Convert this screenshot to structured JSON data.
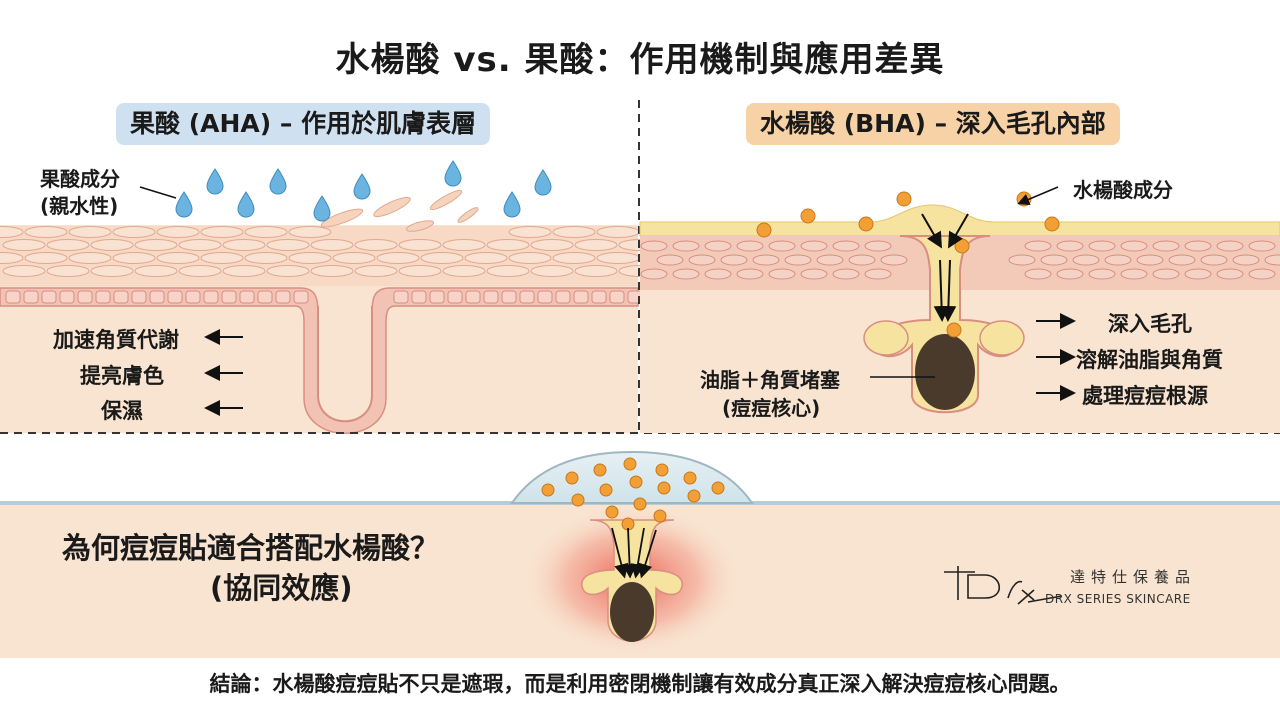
{
  "title": "水楊酸 vs. 果酸：作用機制與應用差異",
  "aha": {
    "header": "果酸 (AHA) – 作用於肌膚表層",
    "ingredient_line1": "果酸成分",
    "ingredient_line2": "(親水性)",
    "benefits": [
      "加速角質代謝",
      "提亮膚色",
      "保濕"
    ]
  },
  "bha": {
    "header": "水楊酸 (BHA) – 深入毛孔內部",
    "ingredient": "水楊酸成分",
    "clog_line1": "油脂＋角質堵塞",
    "clog_line2": "(痘痘核心)",
    "effects": [
      "深入毛孔",
      "溶解油脂與角質",
      "處理痘痘根源"
    ]
  },
  "patch": {
    "question_line1": "為何痘痘貼適合搭配水楊酸？",
    "question_line2": "(協同效應)"
  },
  "brand": {
    "logo_text": "DRx",
    "name_cn": "達特仕保養品",
    "name_en": "DRX SERIES SKINCARE"
  },
  "conclusion": "結論：水楊酸痘痘貼不只是遮瑕，而是利用密閉機制讓有效成分真正深入解決痘痘核心問題。",
  "colors": {
    "aha_pill": "#cfe1f1",
    "bha_pill": "#f6d2a6",
    "skin": "#f8e4d0",
    "skin_layer": "#f3c9b8",
    "droplet": "#6cb4e0",
    "bha_particle": "#f2a035",
    "sebum": "#f6e3a0",
    "clog": "#4a3a2c",
    "inflammation": "#e8453c"
  }
}
